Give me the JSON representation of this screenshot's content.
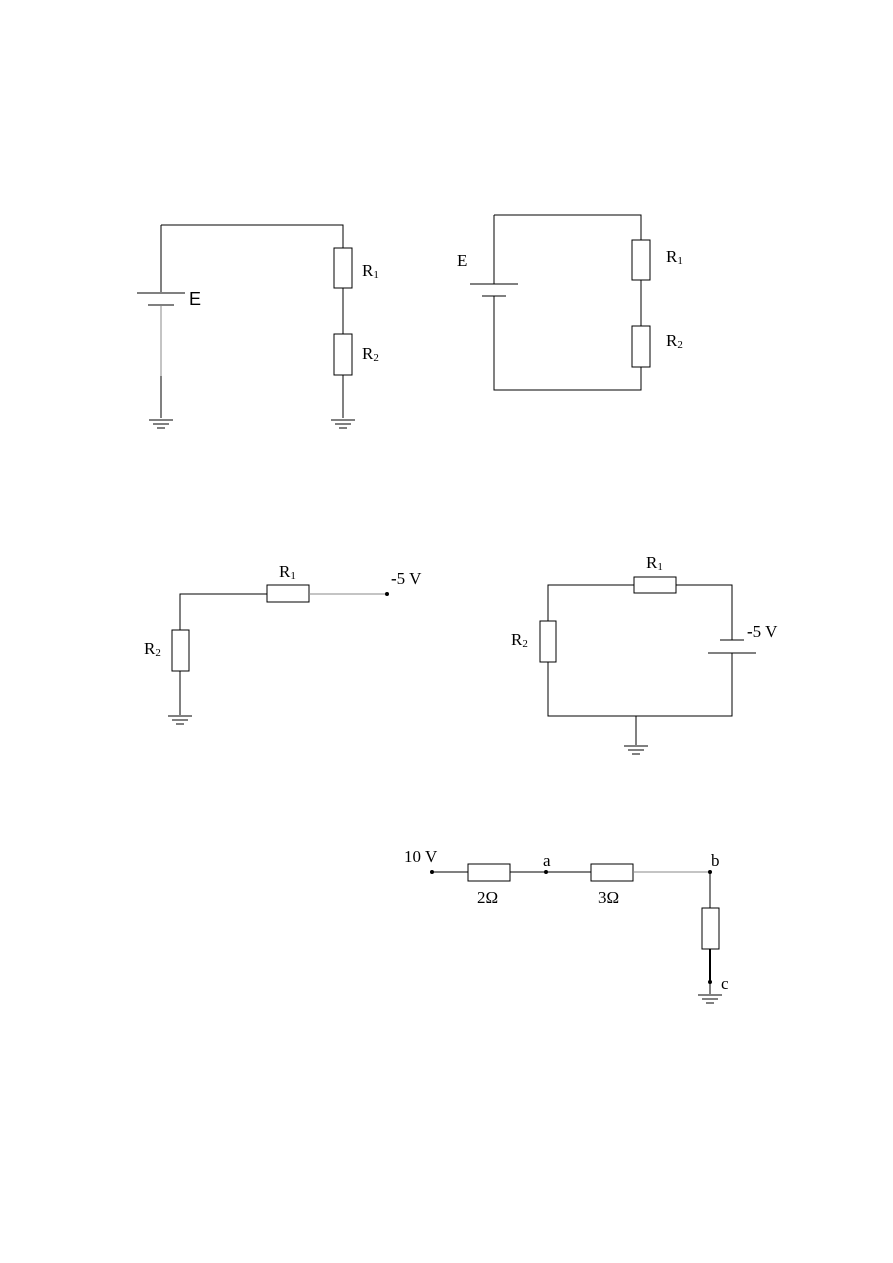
{
  "circuit1": {
    "source": "E",
    "r1": "R",
    "r1_sub": "1",
    "r2": "R",
    "r2_sub": "2"
  },
  "circuit2": {
    "source": "E",
    "r1": "R",
    "r1_sub": "1",
    "r2": "R",
    "r2_sub": "2"
  },
  "circuit3": {
    "r1": "R",
    "r1_sub": "1",
    "r2": "R",
    "r2_sub": "2",
    "sign": "-",
    "voltage": "5 V"
  },
  "circuit4": {
    "r1": "R",
    "r1_sub": "1",
    "r2": "R",
    "r2_sub": "2",
    "sign": "-",
    "voltage": "5 V"
  },
  "circuit5": {
    "input_voltage": "10 V",
    "node_a": "a",
    "node_b": "b",
    "node_c": "c",
    "res1": "2Ω",
    "res2": "3Ω"
  }
}
